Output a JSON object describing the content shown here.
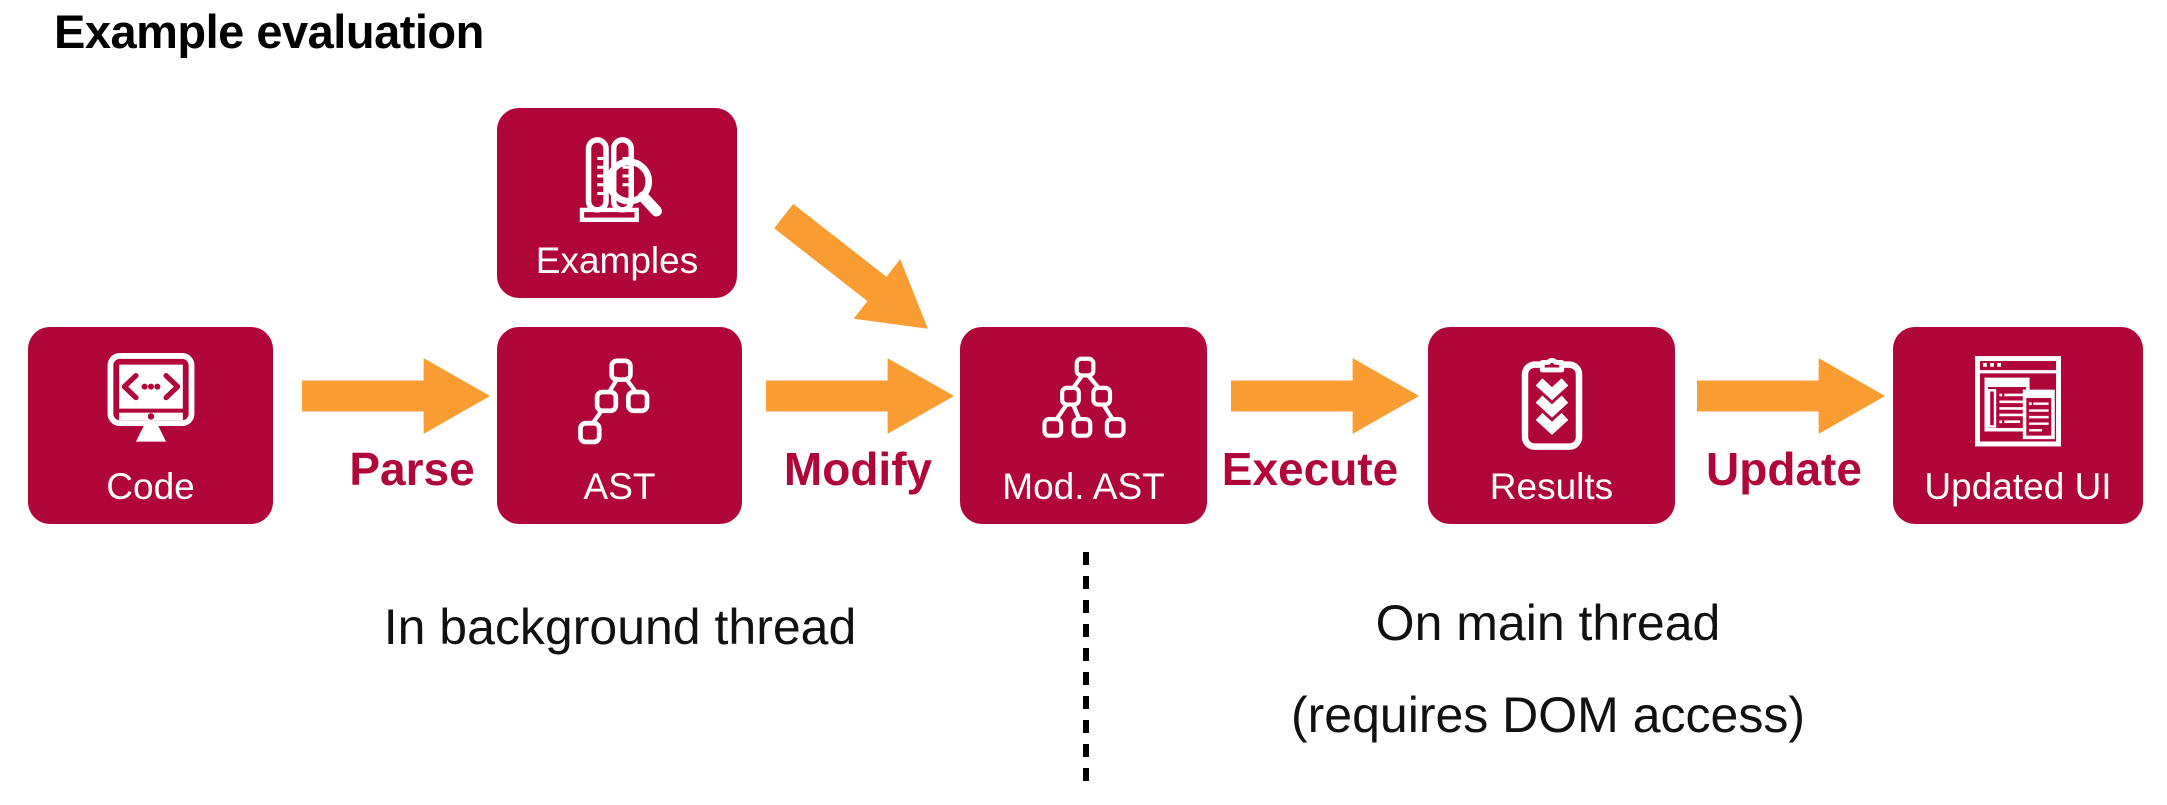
{
  "title": "Example evaluation",
  "colors": {
    "node_background": "#B1063A",
    "arrow": "#F99D33",
    "edge_label": "#B1063A",
    "text": "#000000"
  },
  "nodes": [
    {
      "id": "code",
      "label": "Code",
      "icon": "monitor-code-icon"
    },
    {
      "id": "examples",
      "label": "Examples",
      "icon": "test-tubes-magnifier-icon"
    },
    {
      "id": "ast",
      "label": "AST",
      "icon": "syntax-tree-icon"
    },
    {
      "id": "mod-ast",
      "label": "Mod. AST",
      "icon": "modified-syntax-tree-icon"
    },
    {
      "id": "results",
      "label": "Results",
      "icon": "clipboard-checklist-icon"
    },
    {
      "id": "updated-ui",
      "label": "Updated UI",
      "icon": "browser-window-icon"
    }
  ],
  "edges": [
    {
      "label": "Parse"
    },
    {
      "label": "Modify"
    },
    {
      "label": "Execute"
    },
    {
      "label": "Update"
    }
  ],
  "sections": {
    "left_caption": "In background thread",
    "right_caption_line1": "On main thread",
    "right_caption_line2": "(requires DOM access)"
  }
}
